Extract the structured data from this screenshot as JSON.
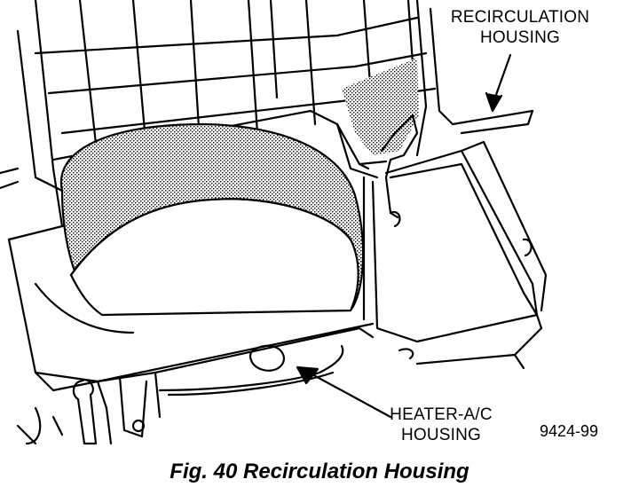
{
  "labels": {
    "recirculation_housing": [
      "RECIRCULATION",
      "HOUSING"
    ],
    "heater_ac_housing": [
      "HEATER-A/C",
      "HOUSING"
    ]
  },
  "figure_number": "9424-99",
  "caption": "Fig. 40 Recirculation Housing"
}
